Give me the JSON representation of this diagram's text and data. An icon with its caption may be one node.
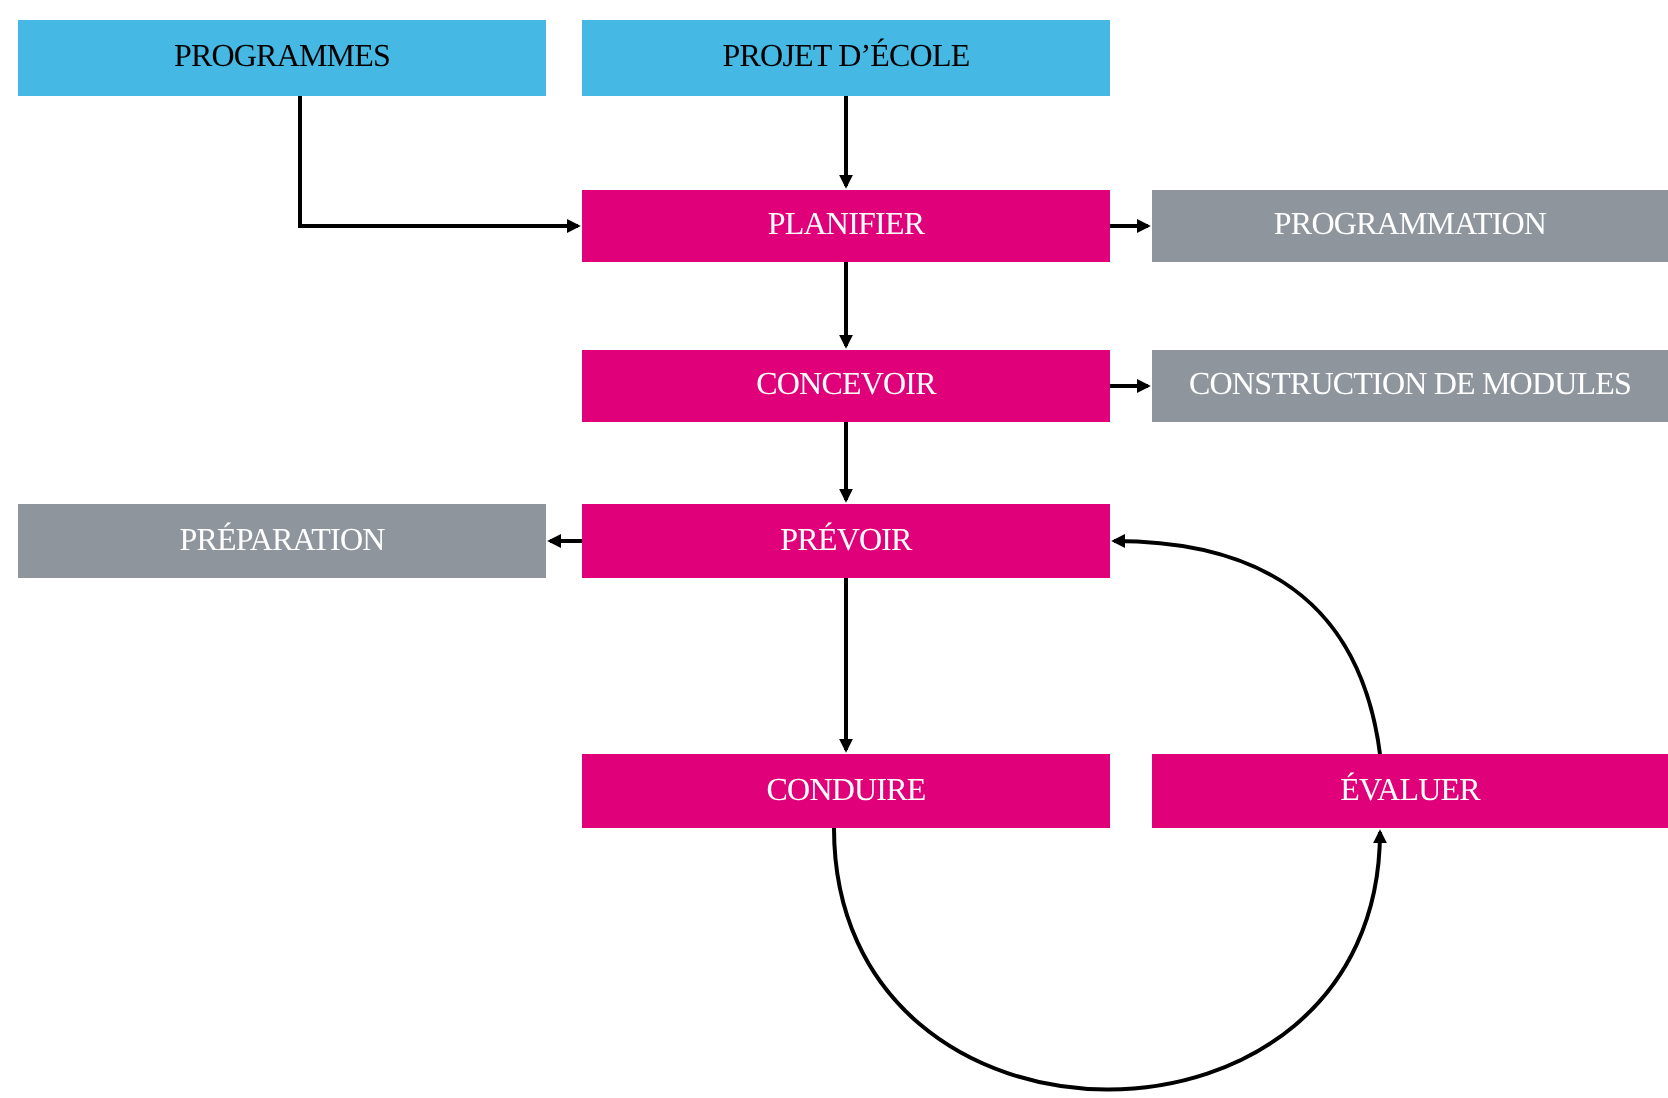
{
  "diagram": {
    "nodes": [
      {
        "text": [
          "PROGRAMMES"
        ]
      },
      {
        "text": [
          "PROJET D’ÉCOLE"
        ]
      },
      {
        "text": [
          "PLANIFIER"
        ]
      },
      {
        "text": [
          "PROGRAMMATION"
        ]
      },
      {
        "text": [
          "CONCEVOIR"
        ]
      },
      {
        "text": [
          "CONSTRUCTION DE MODULES"
        ]
      },
      {
        "text": [
          "PRÉPARATION"
        ]
      },
      {
        "text": [
          "PRÉVOIR"
        ]
      },
      {
        "text": [
          "CONDUIRE"
        ]
      },
      {
        "text": [
          "ÉVALUER"
        ]
      }
    ],
    "edges": [
      {
        "from": 0,
        "to": 2,
        "arrow": "to"
      },
      {
        "from": 1,
        "to": 2,
        "arrow": "to"
      },
      {
        "from": 2,
        "to": 3,
        "arrow": "to"
      },
      {
        "from": 2,
        "to": 4,
        "arrow": "to"
      },
      {
        "from": 4,
        "to": 5,
        "arrow": "to"
      },
      {
        "from": 4,
        "to": 7,
        "arrow": "to"
      },
      {
        "from": 7,
        "to": 6,
        "arrow": "to"
      },
      {
        "from": 7,
        "to": 8,
        "arrow": "to"
      },
      {
        "from": 8,
        "to": 9,
        "arrow": "to"
      },
      {
        "from": 9,
        "to": 7,
        "arrow": "to"
      }
    ]
  }
}
